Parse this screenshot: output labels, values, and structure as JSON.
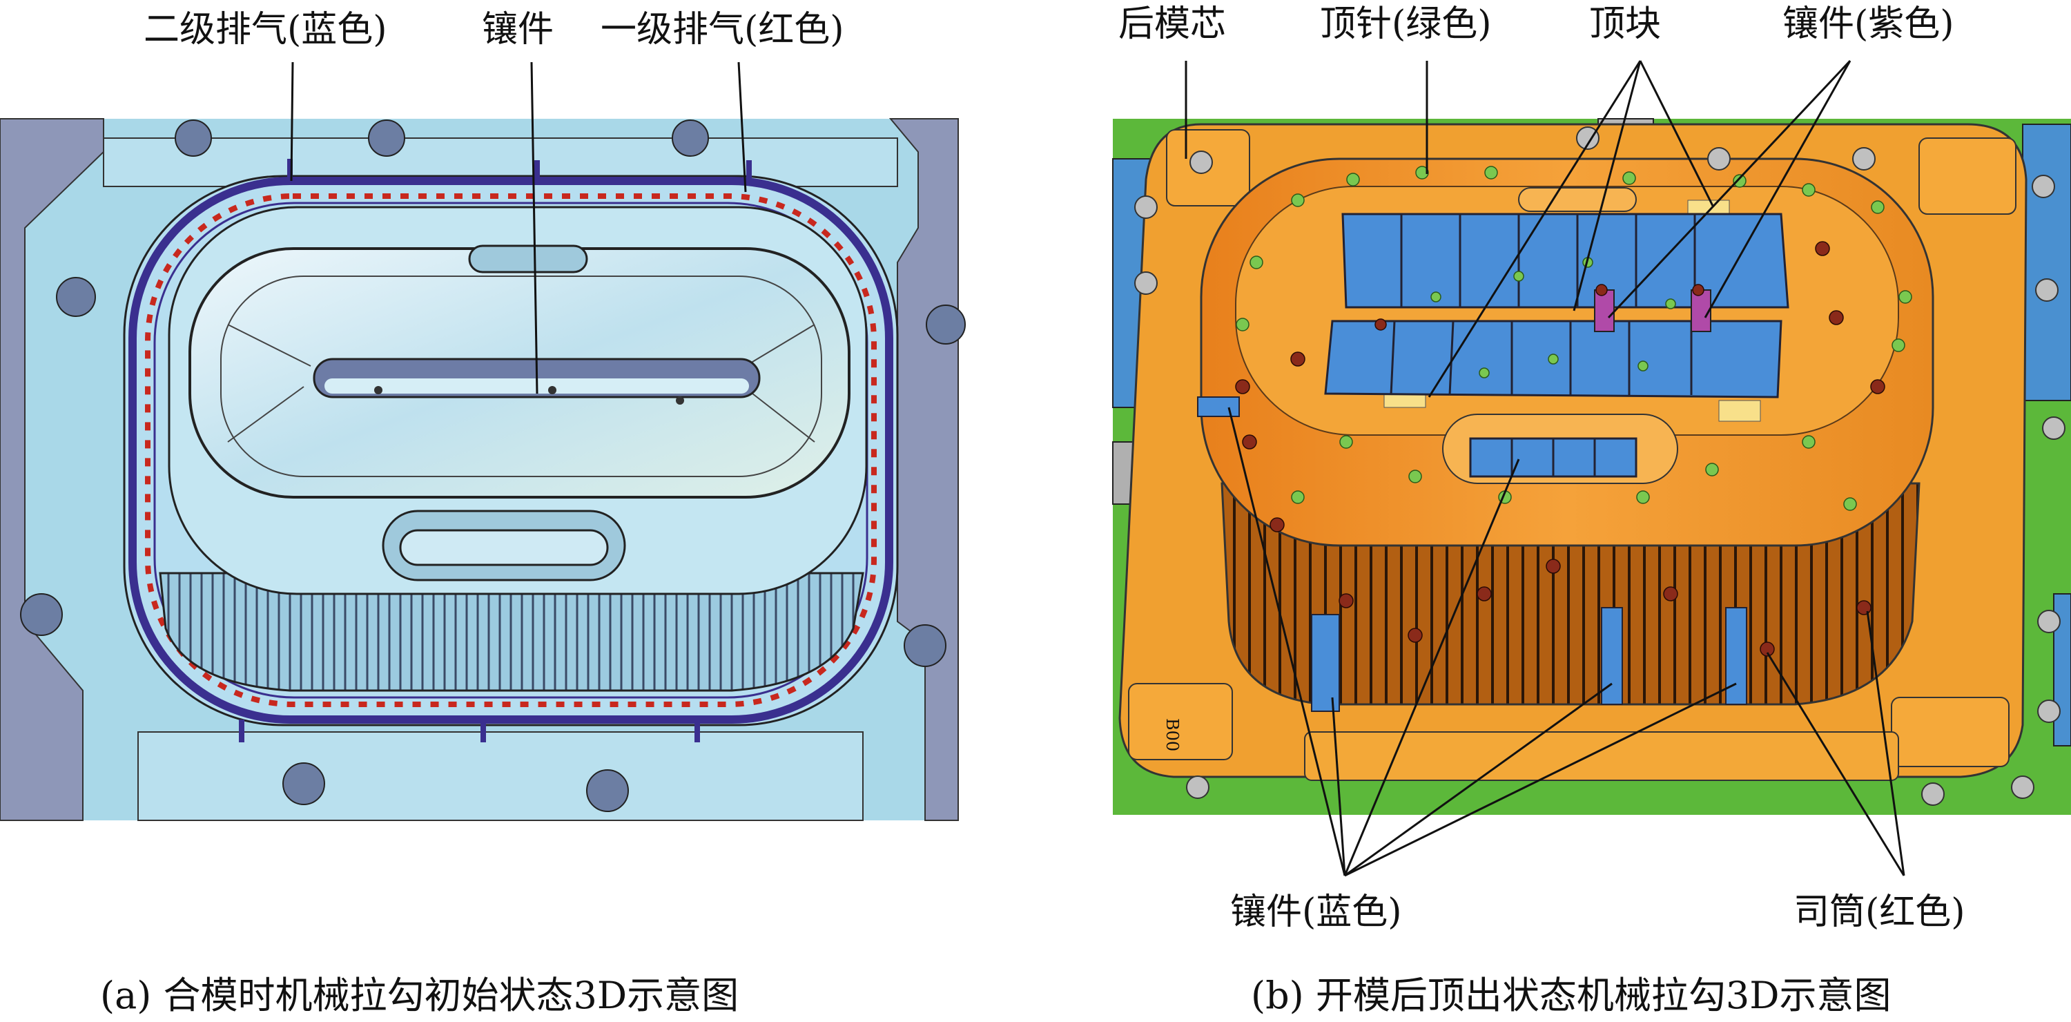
{
  "left_panel": {
    "labels": {
      "secondary_vent": "二级排气(蓝色)",
      "insert": "镶件",
      "primary_vent": "一级排气(红色)"
    },
    "caption": "(a) 合模时机械拉勾初始状态3D示意图",
    "colors": {
      "background": "#a9d8e8",
      "primary_vent": "#c8281e",
      "secondary_vent": "#3a2f8f"
    }
  },
  "right_panel": {
    "labels": {
      "rear_core": "后模芯",
      "ejector_pin": "顶针(绿色)",
      "lifter_block": "顶块",
      "insert_purple": "镶件(紫色)",
      "insert_blue": "镶件(蓝色)",
      "sleeve_red": "司筒(红色)"
    },
    "plate_mark": "B00",
    "caption": "(b) 开模后顶出状态机械拉勾3D示意图",
    "colors": {
      "background": "#5cb83a",
      "mold_core": "#f0a030",
      "insert_blue": "#4a8ed8",
      "insert_purple": "#b04aa8",
      "ejector_pin": "#7ac850",
      "sleeve": "#8a2a1a"
    }
  }
}
